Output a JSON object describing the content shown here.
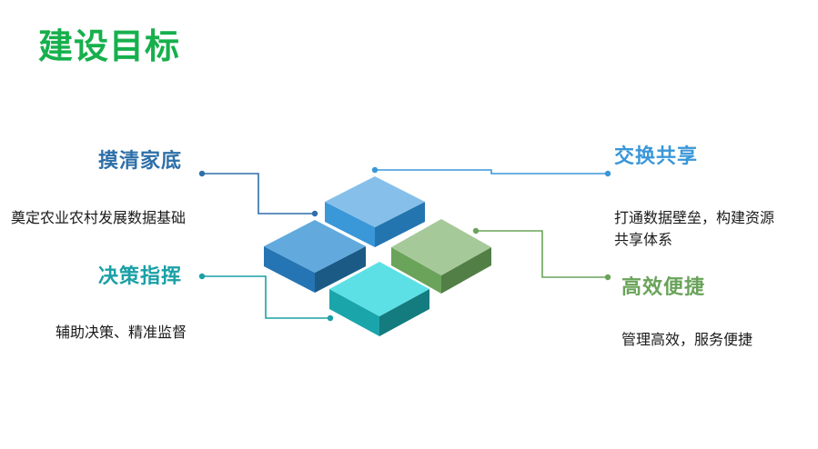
{
  "page": {
    "title": "建设目标",
    "title_color": "#16b04c"
  },
  "goals": [
    {
      "heading": "摸清家底",
      "description": "奠定农业农村发展数据基础",
      "color": "#2e6fa8"
    },
    {
      "heading": "决策指挥",
      "description": "辅助决策、精准监督",
      "color": "#1aa0a6"
    },
    {
      "heading": "交换共享",
      "description": "打通数据壁垒，构建资源共享体系",
      "description_lines": [
        "打通数据壁垒，构建资源",
        "共享体系"
      ],
      "color": "#3a97d8"
    },
    {
      "heading": "高效便捷",
      "description": "管理高效，服务便捷",
      "color": "#6aa35a"
    }
  ],
  "blocks": [
    {
      "name": "top-block",
      "top": "#86c0ea",
      "left": "#3a97d8",
      "right": "#2375b0"
    },
    {
      "name": "left-block",
      "top": "#62aadd",
      "left": "#2575b4",
      "right": "#1c5a86"
    },
    {
      "name": "right-block",
      "top": "#a6c99a",
      "left": "#6aa35a",
      "right": "#527f45"
    },
    {
      "name": "bottom-block",
      "top": "#5ce0e6",
      "left": "#1aa5ab",
      "right": "#147b7f"
    }
  ]
}
